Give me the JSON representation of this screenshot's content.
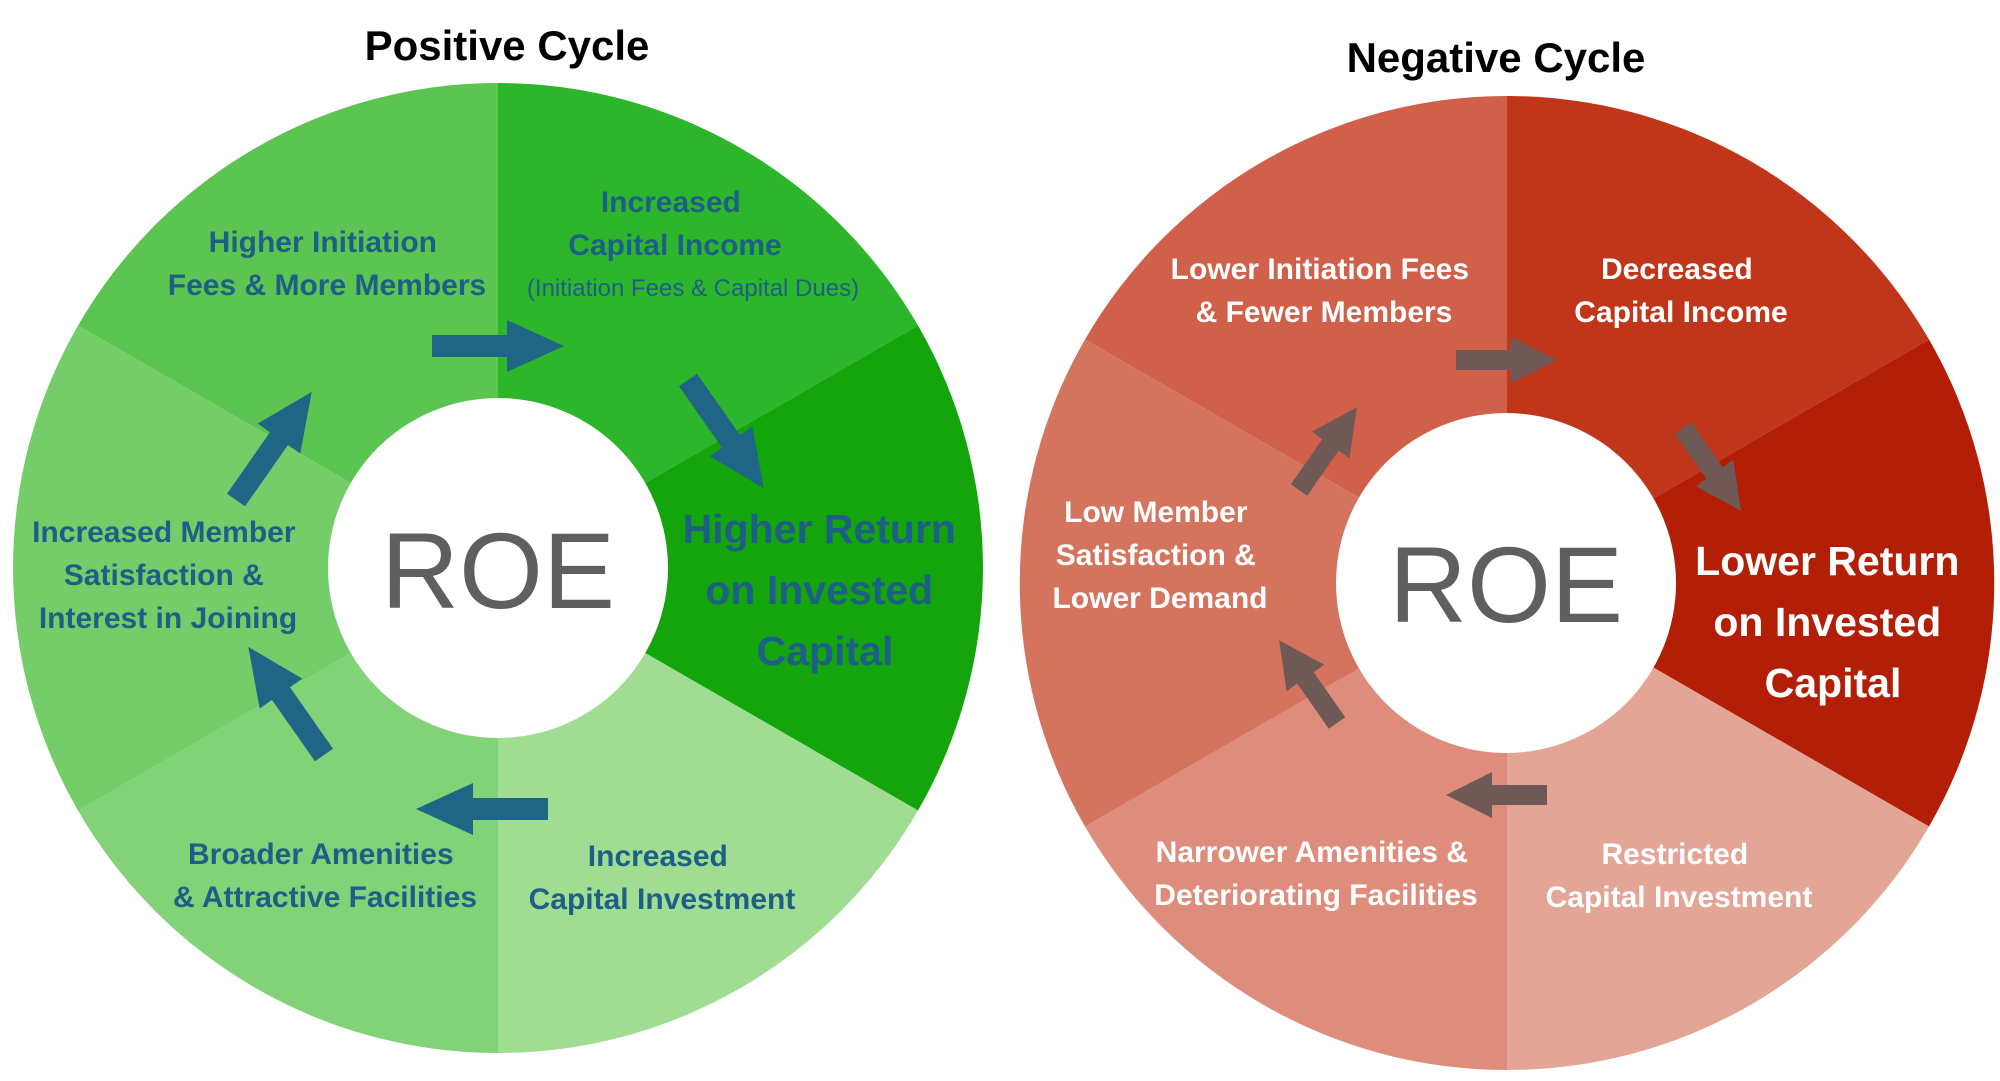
{
  "positive": {
    "title": "Positive Cycle",
    "center": "ROE",
    "segments": {
      "top_left": [
        "Higher Initiation",
        "Fees & More Members"
      ],
      "top_right": [
        "Increased",
        "Capital Income"
      ],
      "top_right_note": "(Initiation Fees & Capital Dues)",
      "right": [
        "Higher Return",
        "on Invested",
        "Capital"
      ],
      "bottom_right": [
        "Increased",
        "Capital Investment"
      ],
      "bottom_left": [
        "Broader Amenities",
        "& Attractive Facilities"
      ],
      "left": [
        "Increased Member",
        "Satisfaction &",
        "Interest in Joining"
      ]
    },
    "colors": {
      "top_left": "#5cc450",
      "top_right": "#2db52b",
      "right": "#13a50b",
      "bottom_right": "#a0dd93",
      "bottom_left": "#82d277",
      "left": "#74cd68",
      "arrow": "#1f6586",
      "text": "#1d5f86"
    }
  },
  "negative": {
    "title": "Negative Cycle",
    "center": "ROE",
    "segments": {
      "top_left": [
        "Lower Initiation Fees",
        "& Fewer Members"
      ],
      "top_right": [
        "Decreased",
        "Capital Income"
      ],
      "right": [
        "Lower Return",
        "on Invested",
        "Capital"
      ],
      "bottom_right": [
        "Restricted",
        "Capital Investment"
      ],
      "bottom_left": [
        "Narrower Amenities &",
        "Deteriorating Facilities"
      ],
      "left": [
        "Low Member",
        "Satisfaction &",
        "Lower Demand"
      ]
    },
    "colors": {
      "top_left": "#d0604a",
      "top_right": "#c0361b",
      "right": "#b21e06",
      "bottom_right": "#e3a596",
      "bottom_left": "#de8d7d",
      "left": "#d4745f",
      "arrow": "#6e5956",
      "text": "#ffffff"
    }
  }
}
